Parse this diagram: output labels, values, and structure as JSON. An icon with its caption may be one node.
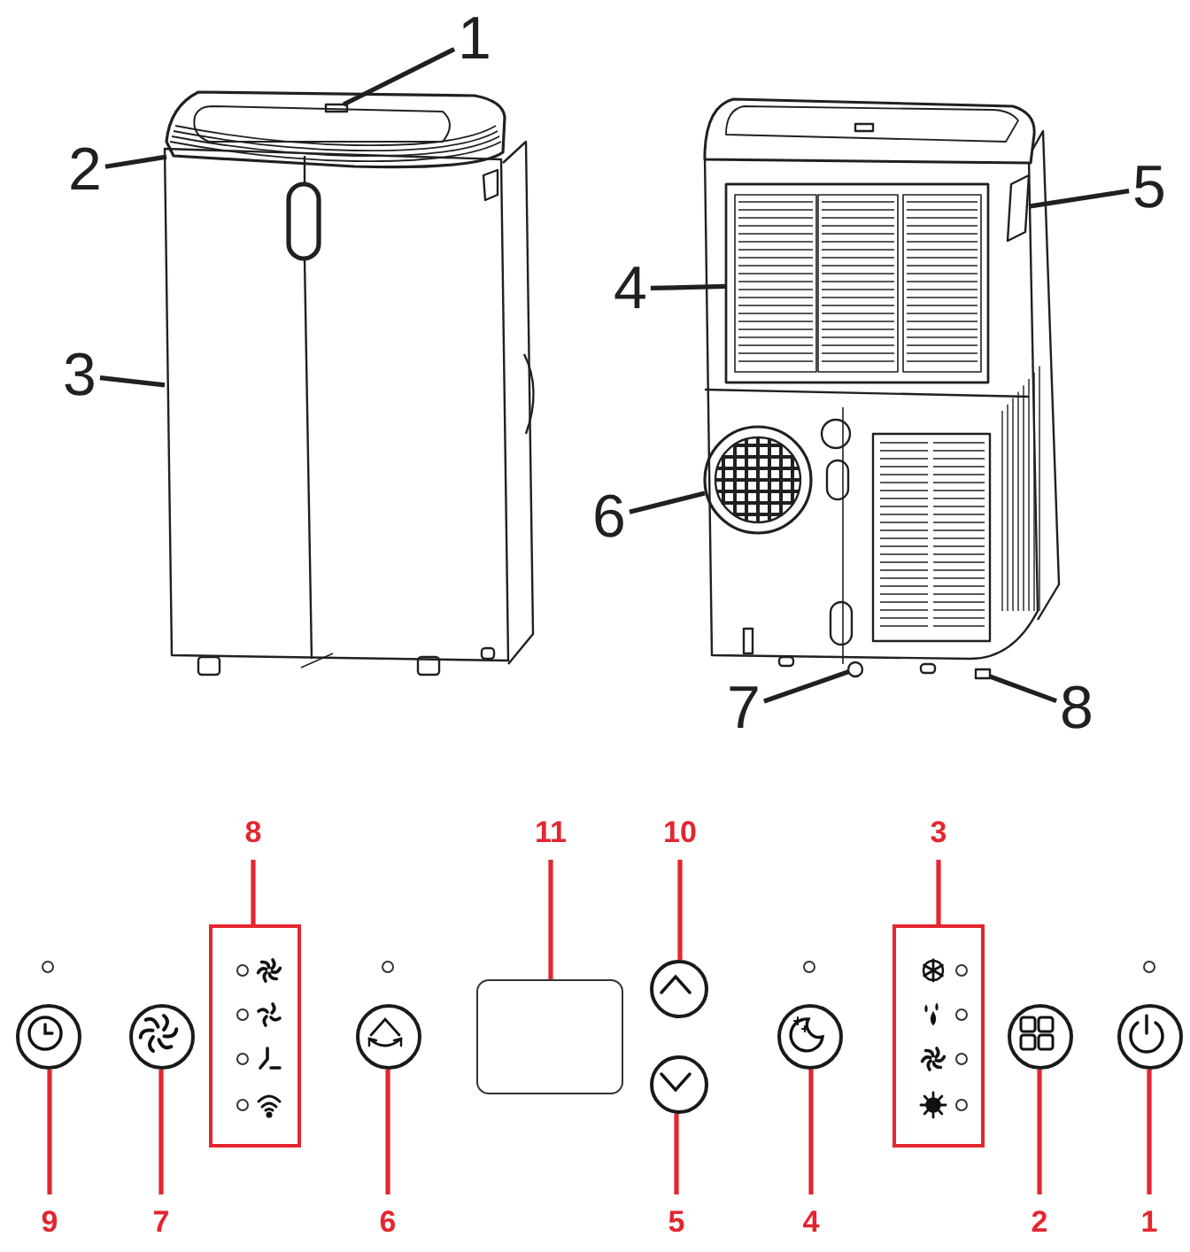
{
  "diagram": {
    "nodes": [
      {
        "text": [
          "1"
        ]
      },
      {
        "text": [
          "2"
        ]
      },
      {
        "text": [
          "3"
        ]
      },
      {
        "text": [
          "4"
        ]
      },
      {
        "text": [
          "5"
        ]
      },
      {
        "text": [
          "6"
        ]
      },
      {
        "text": [
          "7"
        ]
      },
      {
        "text": [
          "8"
        ]
      },
      {
        "text": [
          "8"
        ]
      },
      {
        "text": [
          "11"
        ]
      },
      {
        "text": [
          "10"
        ]
      },
      {
        "text": [
          "3"
        ]
      },
      {
        "text": [
          "9"
        ]
      },
      {
        "text": [
          "7"
        ]
      },
      {
        "text": [
          "6"
        ]
      },
      {
        "text": [
          "5"
        ]
      },
      {
        "text": [
          "4"
        ]
      },
      {
        "text": [
          "2"
        ]
      },
      {
        "text": [
          "1"
        ]
      },
      {
        "text": [],
        "shape": "circle"
      },
      {
        "text": [],
        "shape": "circle"
      },
      {
        "text": [],
        "shape": "box"
      },
      {
        "text": [],
        "shape": "circle"
      },
      {
        "text": [],
        "shape": "box"
      },
      {
        "text": [],
        "shape": "circle"
      },
      {
        "text": [],
        "shape": "circle"
      },
      {
        "text": [],
        "shape": "circle"
      },
      {
        "text": [],
        "shape": "box"
      },
      {
        "text": [],
        "shape": "circle"
      },
      {
        "text": [],
        "shape": "circle"
      },
      {
        "text": [],
        "shape": "box"
      },
      {
        "text": [],
        "shape": "box",
        "in": 30
      },
      {
        "text": [],
        "shape": "box"
      },
      {
        "text": [],
        "shape": "box"
      },
      {
        "text": [],
        "shape": "box"
      },
      {
        "text": [],
        "shape": "circle"
      },
      {
        "text": [],
        "shape": "circle"
      },
      {
        "text": [],
        "shape": "box"
      }
    ],
    "edges": [
      {
        "from": 0,
        "to": 31,
        "arrow": "none",
        "color": "#231f20"
      },
      {
        "from": 1,
        "to": 30,
        "arrow": "none",
        "color": "#231f20"
      },
      {
        "from": 2,
        "to": 32,
        "arrow": "none",
        "color": "#231f20"
      },
      {
        "from": 3,
        "to": 33,
        "arrow": "none",
        "color": "#231f20"
      },
      {
        "from": 4,
        "to": 34,
        "arrow": "none",
        "color": "#231f20"
      },
      {
        "from": 5,
        "to": 35,
        "arrow": "none",
        "color": "#231f20"
      },
      {
        "from": 6,
        "to": 36,
        "arrow": "none",
        "color": "#231f20"
      },
      {
        "from": 7,
        "to": 37,
        "arrow": "none",
        "color": "#231f20"
      },
      {
        "from": 8,
        "to": 21,
        "arrow": "none"
      },
      {
        "from": 9,
        "to": 23,
        "arrow": "none"
      },
      {
        "from": 10,
        "to": 24,
        "arrow": "none"
      },
      {
        "from": 11,
        "to": 27,
        "arrow": "none"
      },
      {
        "from": 12,
        "to": 19,
        "arrow": "none"
      },
      {
        "from": 13,
        "to": 20,
        "arrow": "none"
      },
      {
        "from": 14,
        "to": 22,
        "arrow": "none"
      },
      {
        "from": 15,
        "to": 25,
        "arrow": "none"
      },
      {
        "from": 16,
        "to": 26,
        "arrow": "none"
      },
      {
        "from": 17,
        "to": 28,
        "arrow": "none"
      },
      {
        "from": 18,
        "to": 29,
        "arrow": "none"
      }
    ]
  }
}
